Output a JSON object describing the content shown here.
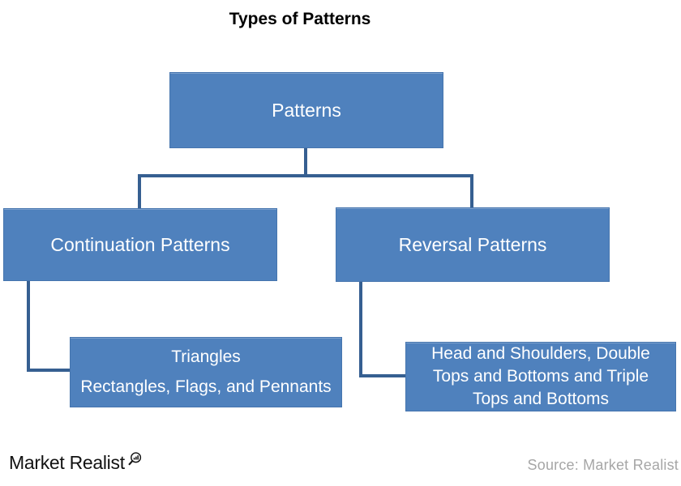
{
  "title": "Types of Patterns",
  "colors": {
    "box_fill": "#4F81BD",
    "connector": "#365F91",
    "box_text": "#FFFFFF",
    "title_text": "#000000",
    "logo_text": "#121212",
    "source_text": "#A6A6A6"
  },
  "diagram": {
    "root": {
      "label": "Patterns"
    },
    "children": [
      {
        "label": "Continuation Patterns",
        "sub_lines": [
          "Triangles",
          "Rectangles, Flags, and Pennants"
        ]
      },
      {
        "label": "Reversal Patterns",
        "sub_lines": [
          "Head and Shoulders, Double",
          "Tops and Bottoms and Triple",
          "Tops and Bottoms"
        ]
      }
    ]
  },
  "footer": {
    "logo_text": "Market Realist",
    "logo_icon": "magnifier-bar-chart-icon",
    "source_text": "Source: Market Realist"
  }
}
